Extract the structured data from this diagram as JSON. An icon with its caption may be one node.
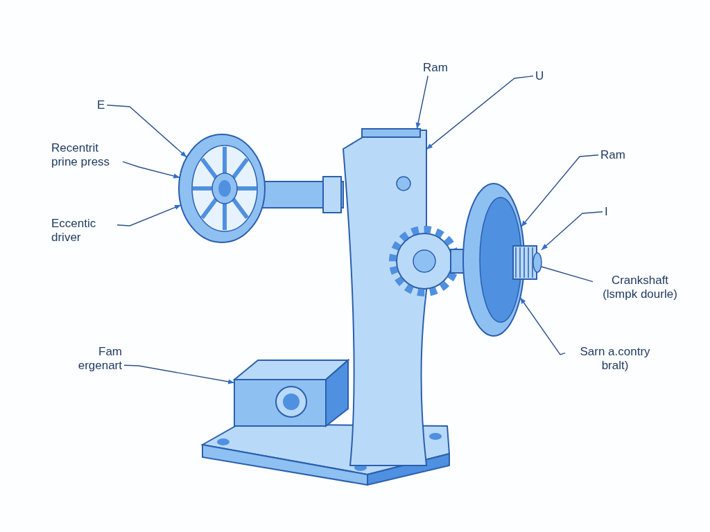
{
  "diagram": {
    "nodes": [
      {
        "text": [
          "Ram"
        ]
      },
      {
        "text": [
          "U"
        ]
      },
      {
        "text": [
          "E"
        ]
      },
      {
        "text": [
          "Recentrit prine press"
        ]
      },
      {
        "text": [
          "Ram"
        ]
      },
      {
        "text": [
          "I"
        ]
      },
      {
        "text": [
          "Eccentic driver"
        ]
      },
      {
        "text": [
          "Crankshaft (lsmpk dourle)"
        ]
      },
      {
        "text": [
          "Fam ergenart"
        ]
      },
      {
        "text": [
          "Sarn a.contry bralt)"
        ]
      },
      {
        "text": [],
        "shape": "box",
        "in": 11
      },
      {
        "text": [],
        "shape": "picture"
      },
      {
        "text": [],
        "shape": "picture"
      },
      {
        "text": [],
        "shape": "picture"
      },
      {
        "text": [],
        "shape": "picture"
      },
      {
        "text": [],
        "shape": "picture"
      }
    ],
    "edges": [
      {
        "from": 0,
        "to": 10,
        "arrow": "to"
      },
      {
        "from": 1,
        "to": 11,
        "arrow": "to"
      },
      {
        "from": 2,
        "to": 12,
        "arrow": "to"
      },
      {
        "from": 3,
        "to": 12,
        "arrow": "to"
      },
      {
        "from": 4,
        "to": 13,
        "arrow": "to"
      },
      {
        "from": 5,
        "to": 14,
        "arrow": "to"
      },
      {
        "from": 6,
        "to": 12,
        "arrow": "to"
      },
      {
        "from": 7,
        "to": 14,
        "arrow": "none"
      },
      {
        "from": 8,
        "to": 15,
        "arrow": "to"
      },
      {
        "from": 9,
        "to": 13,
        "arrow": "to"
      }
    ]
  }
}
